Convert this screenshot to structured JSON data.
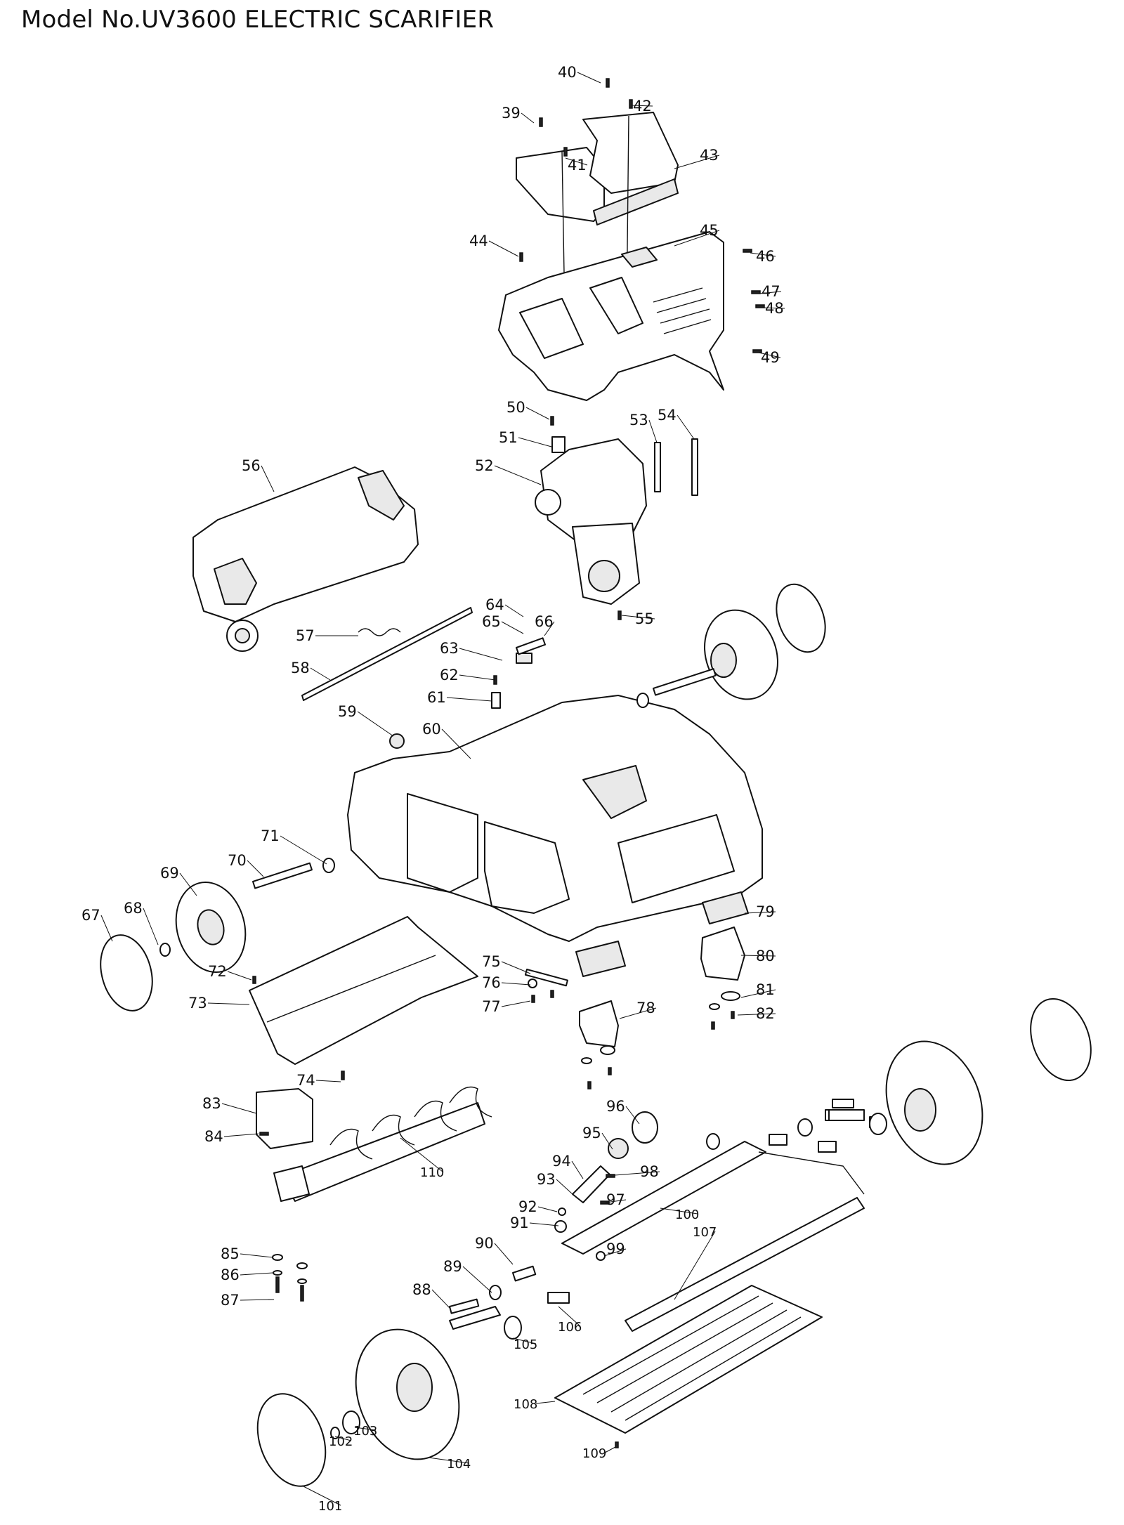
{
  "title": "Model No.UV3600 ELECTRIC SCARIFIER",
  "parts": [
    {
      "no": "39"
    },
    {
      "no": "40"
    },
    {
      "no": "41"
    },
    {
      "no": "42"
    },
    {
      "no": "43"
    },
    {
      "no": "44"
    },
    {
      "no": "45"
    },
    {
      "no": "46"
    },
    {
      "no": "47"
    },
    {
      "no": "48"
    },
    {
      "no": "49"
    },
    {
      "no": "50"
    },
    {
      "no": "51"
    },
    {
      "no": "52"
    },
    {
      "no": "53"
    },
    {
      "no": "54"
    },
    {
      "no": "55"
    },
    {
      "no": "56"
    },
    {
      "no": "57"
    },
    {
      "no": "58"
    },
    {
      "no": "59"
    },
    {
      "no": "60"
    },
    {
      "no": "61"
    },
    {
      "no": "62"
    },
    {
      "no": "63"
    },
    {
      "no": "64"
    },
    {
      "no": "65"
    },
    {
      "no": "66"
    },
    {
      "no": "67"
    },
    {
      "no": "68"
    },
    {
      "no": "69"
    },
    {
      "no": "70"
    },
    {
      "no": "71"
    },
    {
      "no": "72"
    },
    {
      "no": "73"
    },
    {
      "no": "74"
    },
    {
      "no": "75"
    },
    {
      "no": "76"
    },
    {
      "no": "77"
    },
    {
      "no": "78"
    },
    {
      "no": "79"
    },
    {
      "no": "80"
    },
    {
      "no": "81"
    },
    {
      "no": "82"
    },
    {
      "no": "83"
    },
    {
      "no": "84"
    },
    {
      "no": "85"
    },
    {
      "no": "86"
    },
    {
      "no": "87"
    },
    {
      "no": "88"
    },
    {
      "no": "89"
    },
    {
      "no": "90"
    },
    {
      "no": "91"
    },
    {
      "no": "92"
    },
    {
      "no": "93"
    },
    {
      "no": "94"
    },
    {
      "no": "95"
    },
    {
      "no": "96"
    },
    {
      "no": "97"
    },
    {
      "no": "98"
    },
    {
      "no": "99"
    },
    {
      "no": "100"
    },
    {
      "no": "101"
    },
    {
      "no": "102"
    },
    {
      "no": "103"
    },
    {
      "no": "104"
    },
    {
      "no": "105"
    },
    {
      "no": "106"
    },
    {
      "no": "107"
    },
    {
      "no": "108"
    },
    {
      "no": "109"
    },
    {
      "no": "110"
    }
  ]
}
